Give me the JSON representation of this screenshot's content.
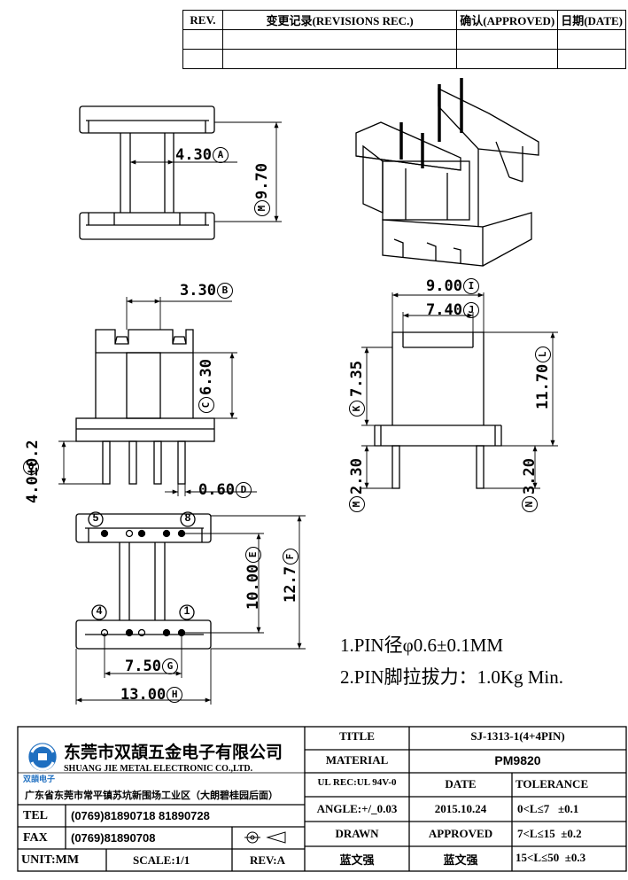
{
  "revision_table": {
    "headers": [
      "REV.",
      "变更记录(REVISIONS REC.)",
      "确认(APPROVED)",
      "日期(DATE)"
    ],
    "rows": [
      [
        "",
        "",
        "",
        ""
      ],
      [
        "",
        "",
        "",
        ""
      ]
    ]
  },
  "dimensions": {
    "A": {
      "value": "4.30",
      "letter": "A"
    },
    "M_top": {
      "value": "9.70",
      "letter": "M"
    },
    "B": {
      "value": "3.30",
      "letter": "B"
    },
    "C": {
      "value": "6.30",
      "letter": "C"
    },
    "O": {
      "value": "4.0±0.2",
      "letter": "O"
    },
    "D": {
      "value": "0.60",
      "letter": "D"
    },
    "I": {
      "value": "9.00",
      "letter": "I"
    },
    "J": {
      "value": "7.40",
      "letter": "J"
    },
    "K": {
      "value": "7.35",
      "letter": "K"
    },
    "L": {
      "value": "11.70",
      "letter": "L"
    },
    "M_side": {
      "value": "2.30",
      "letter": "M"
    },
    "N": {
      "value": "3.20",
      "letter": "N"
    },
    "E": {
      "value": "10.00",
      "letter": "E"
    },
    "F": {
      "value": "12.7",
      "letter": "F"
    },
    "G": {
      "value": "7.50",
      "letter": "G"
    },
    "H": {
      "value": "13.00",
      "letter": "H"
    }
  },
  "pin_labels": {
    "p5": "5",
    "p8": "8",
    "p4": "4",
    "p1": "1"
  },
  "notes": {
    "line1": "1.PIN径φ0.6±0.1MM",
    "line2": "2.PIN脚拉拔力：1.0Kg Min."
  },
  "title_block": {
    "company_cn": "东莞市双頡五金电子有限公司",
    "company_en": "SHUANG JIE METAL ELECTRONIC CO.,LTD.",
    "logo_text": "双頡电子",
    "address": "广东省东莞市常平镇苏坑新围场工业区（大朗碧桂园后面）",
    "tel_label": "TEL",
    "tel_value": "(0769)81890718  81890728",
    "fax_label": "FAX",
    "fax_value": "(0769)81890708",
    "unit": "UNIT:MM",
    "scale": "SCALE:1/1",
    "rev": "REV:A",
    "title_label": "TITLE",
    "title_value": "SJ-1313-1(4+4PIN)",
    "material_label": "MATERIAL",
    "material_value": "PM9820",
    "ul": "UL REC:UL 94V-0",
    "date_label": "DATE",
    "tolerance_label": "TOLERANCE",
    "angle": "ANGLE:+/_0.03",
    "date_value": "2015.10.24",
    "tol1": "0<L≤7   ±0.1",
    "drawn_label": "DRAWN",
    "approved_label": "APPROVED",
    "tol2": "7<L≤15  ±0.2",
    "drawn_value": "蓝文强",
    "approved_value": "蓝文强",
    "tol3": "15<L≤50  ±0.3"
  }
}
